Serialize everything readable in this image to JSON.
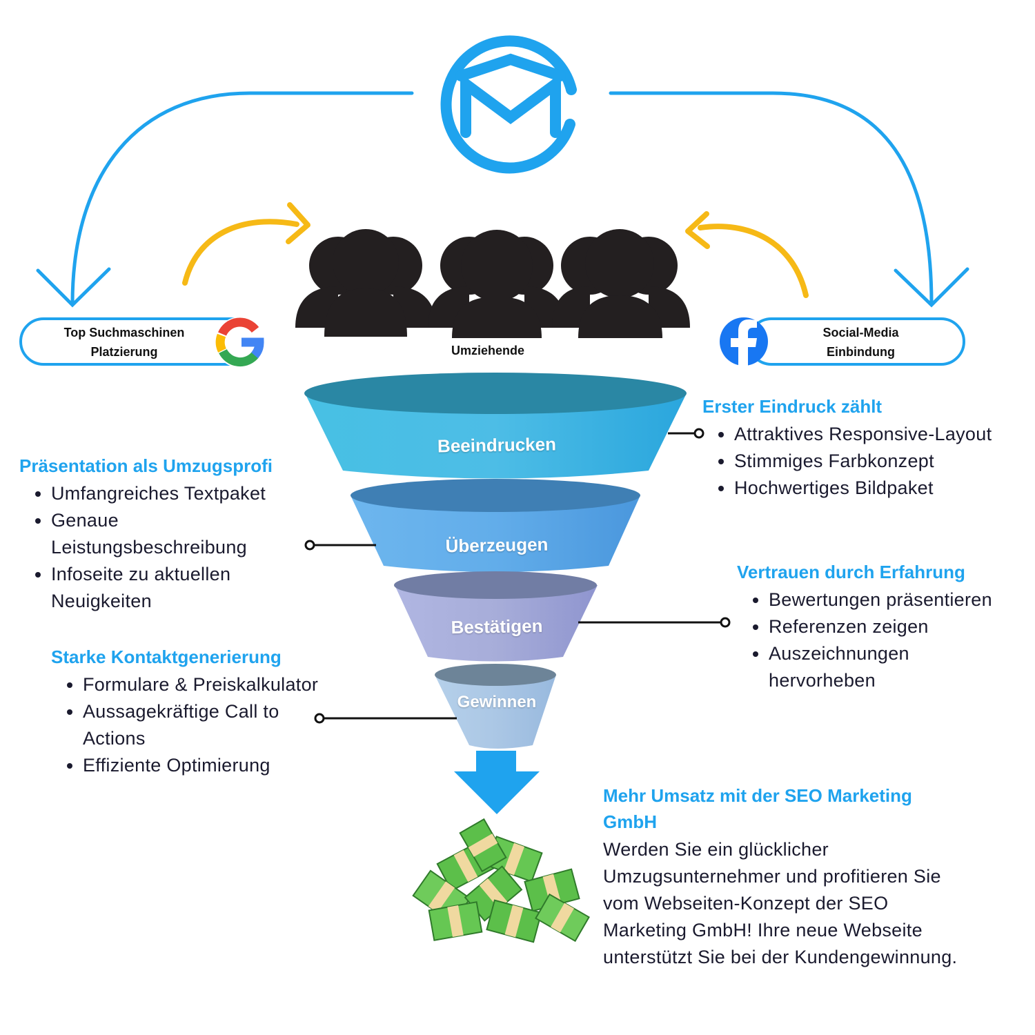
{
  "colors": {
    "accent": "#1fa3ee",
    "arrow_yellow": "#f6b916",
    "people": "#231f20",
    "stage_1": "#3fb6e0",
    "stage_2": "#5aa7e6",
    "stage_3": "#9ea5d9",
    "stage_4": "#a9c6e4",
    "money_green": "#5cbf4a"
  },
  "icons": [
    "company-logo-icon",
    "google-icon",
    "facebook-icon",
    "people-group-icon",
    "money-pile-icon",
    "down-arrow-icon"
  ],
  "left_source": {
    "line1": "Top Suchmaschinen",
    "line2": "Platzierung"
  },
  "right_source": {
    "line1": "Social-Media",
    "line2": "Einbindung"
  },
  "audience_label": "Umziehende",
  "stages": [
    "Beeindrucken",
    "Überzeugen",
    "Bestätigen",
    "Gewinnen"
  ],
  "blocks": {
    "first_impression": {
      "heading": "Erster Eindruck zählt",
      "items": [
        "Attraktives Responsive-Layout",
        "Stimmiges Farbkonzept",
        "Hochwertiges Bildpaket"
      ]
    },
    "presentation": {
      "heading": "Präsentation als Umzugsprofi",
      "items": [
        "Umfangreiches Textpaket",
        "Genaue Leistungsbeschreibung",
        "Infoseite zu aktuellen Neuigkeiten"
      ]
    },
    "trust": {
      "heading": "Vertrauen durch Erfahrung",
      "items": [
        "Bewertungen präsentieren",
        "Referenzen zeigen",
        "Auszeichnungen hervorheben"
      ]
    },
    "contact": {
      "heading": "Starke Kontaktgenerierung",
      "items": [
        "Formulare & Preiskalkulator",
        "Aussagekräftige Call to Actions",
        "Effiziente Optimierung"
      ]
    },
    "result": {
      "heading": "Mehr Umsatz mit der SEO Marketing GmbH",
      "text": "Werden Sie ein glücklicher Umzugsunternehmer und profitieren Sie vom Webseiten-Konzept der SEO Marketing GmbH! Ihre neue Webseite unterstützt Sie bei der Kundengewinnung."
    }
  }
}
